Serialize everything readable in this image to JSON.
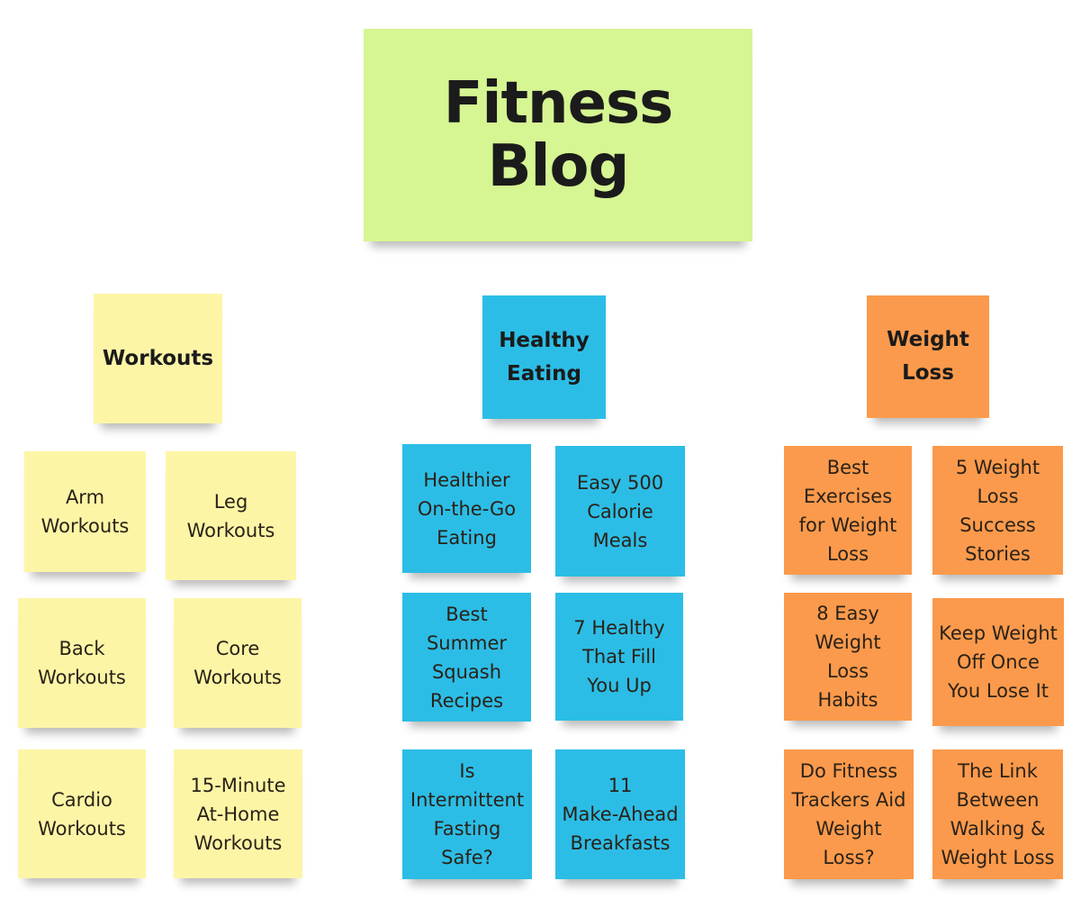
{
  "title": "Fitness Blog",
  "colors": {
    "title": "#d6f593",
    "workouts": "#fdf5a6",
    "healthy_eating": "#2cbde6",
    "weight_loss": "#fb9a4c"
  },
  "categories": [
    {
      "label": "Workouts",
      "items": [
        "Arm\nWorkouts",
        "Leg\nWorkouts",
        "Back\nWorkouts",
        "Core\nWorkouts",
        "Cardio\nWorkouts",
        "15-Minute\nAt-Home\nWorkouts"
      ]
    },
    {
      "label": "Healthy\nEating",
      "items": [
        "Healthier\nOn-the-Go\nEating",
        "Easy 500\nCalorie\nMeals",
        "Best\nSummer\nSquash\nRecipes",
        "7 Healthy\nThat Fill\nYou Up",
        "Is\nIntermittent\nFasting Safe?",
        "11\nMake-Ahead\nBreakfasts"
      ]
    },
    {
      "label": "Weight\nLoss",
      "items": [
        "Best\nExercises\nfor Weight\nLoss",
        "5 Weight\nLoss\nSuccess\nStories",
        "8 Easy\nWeight\nLoss\nHabits",
        "Keep Weight\nOff Once\nYou Lose It",
        "Do Fitness\nTrackers Aid\nWeight\nLoss?",
        "The Link\nBetween\nWalking &\nWeight Loss"
      ]
    }
  ]
}
